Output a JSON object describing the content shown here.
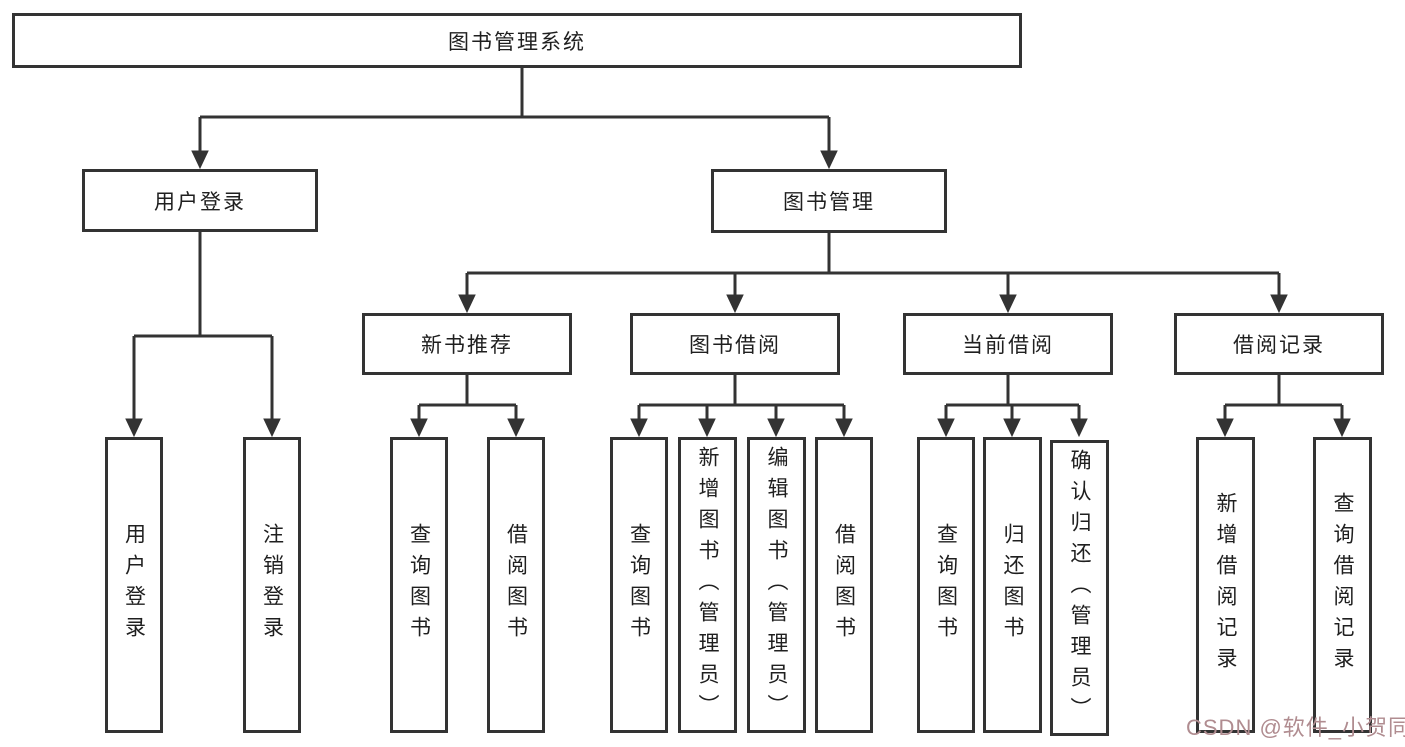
{
  "diagram": {
    "root": {
      "label": "图书管理系统"
    },
    "branches": [
      {
        "label": "用户登录",
        "children": [
          {
            "label": "用户登录"
          },
          {
            "label": "注销登录"
          }
        ]
      },
      {
        "label": "图书管理",
        "children": [
          {
            "label": "新书推荐",
            "children": [
              {
                "label": "查询图书"
              },
              {
                "label": "借阅图书"
              }
            ]
          },
          {
            "label": "图书借阅",
            "children": [
              {
                "label": "查询图书"
              },
              {
                "label": "新增图书（管理员）"
              },
              {
                "label": "编辑图书（管理员）"
              },
              {
                "label": "借阅图书"
              }
            ]
          },
          {
            "label": "当前借阅",
            "children": [
              {
                "label": "查询图书"
              },
              {
                "label": "归还图书"
              },
              {
                "label": "确认归还（管理员）"
              }
            ]
          },
          {
            "label": "借阅记录",
            "children": [
              {
                "label": "新增借阅记录"
              },
              {
                "label": "查询借阅记录"
              }
            ]
          }
        ]
      }
    ]
  },
  "watermark": {
    "text": "CSDN @软件_小贺同学"
  },
  "colors": {
    "line": "#333333",
    "border": "#333333",
    "text": "#1f1f1f",
    "watermark": "#b08c90",
    "background": "#ffffff"
  }
}
